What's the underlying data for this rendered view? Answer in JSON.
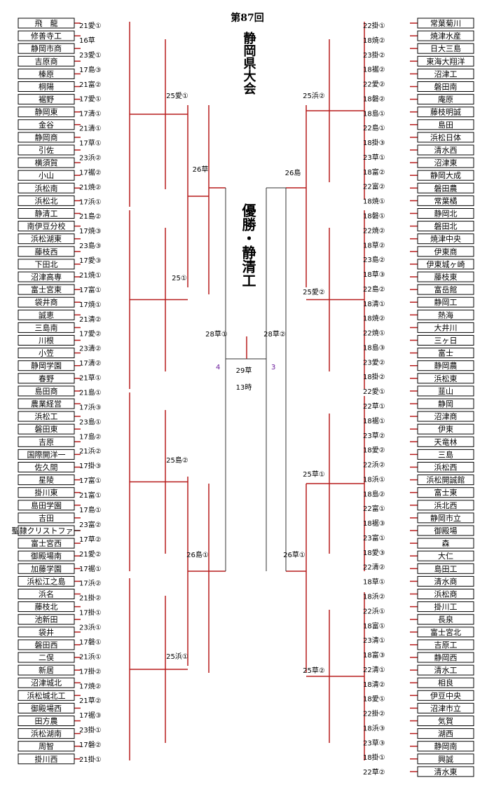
{
  "title": "第87回",
  "tournament_name": "静岡県大会",
  "champion": "優勝・静清工",
  "left_teams": [
    "飛　龍",
    "修善寺工",
    "静岡市商",
    "吉原商",
    "榛原",
    "桐陽",
    "裾野",
    "静岡東",
    "金谷",
    "静岡商",
    "引佐",
    "横須賀",
    "小山",
    "浜松南",
    "浜松北",
    "静清工",
    "南伊豆分校",
    "浜松湖東",
    "藤枝西",
    "下田北",
    "沼津高専",
    "富士宮東",
    "袋井商",
    "誠恵",
    "三島南",
    "川根",
    "小笠",
    "静岡学園",
    "春野",
    "島田商",
    "農業経営",
    "浜松工",
    "磐田東",
    "吉原",
    "国際開洋一",
    "佐久間",
    "星陵",
    "掛川東",
    "島田学園",
    "吉田",
    "聖隷クリストファー",
    "富士宮西",
    "御殿場南",
    "加藤学園",
    "浜松江之島",
    "浜名",
    "藤枝北",
    "池新田",
    "袋井",
    "磐田西",
    "二俣",
    "新居",
    "沼津城北",
    "浜松城北工",
    "御殿場西",
    "田方農",
    "浜松湖南",
    "周智",
    "掛川西"
  ],
  "right_teams": [
    "常葉菊川",
    "焼津水産",
    "日大三島",
    "東海大翔洋",
    "沼津工",
    "磐田南",
    "庵原",
    "藤枝明誠",
    "島田",
    "浜松日体",
    "清水西",
    "沼津東",
    "静岡大成",
    "磐田農",
    "常葉橘",
    "静岡北",
    "磐田北",
    "焼津中央",
    "伊東商",
    "伊東城ヶ崎",
    "藤枝東",
    "富岳館",
    "静岡工",
    "熱海",
    "大井川",
    "三ヶ日",
    "富士",
    "静岡農",
    "浜松東",
    "韮山",
    "静岡",
    "沼津商",
    "伊東",
    "天竜林",
    "三島",
    "浜松西",
    "浜松開誠館",
    "富士東",
    "浜北西",
    "静岡市立",
    "御殿場",
    "森",
    "大仁",
    "島田工",
    "清水商",
    "浜松商",
    "掛川工",
    "長泉",
    "富士宮北",
    "吉原工",
    "静岡西",
    "清水工",
    "相良",
    "伊豆中央",
    "沼津市立",
    "気賀",
    "湖西",
    "静岡南",
    "興誠",
    "清水東"
  ],
  "left_matches": [
    "21愛①",
    "16草",
    "23愛①",
    "17島③",
    "21富②",
    "17愛①",
    "17清①",
    "21清①",
    "17草①",
    "23浜②",
    "17裾②",
    "21焼②",
    "17浜①",
    "21島②",
    "17焼③",
    "23島③",
    "17愛③",
    "21焼①",
    "17富①",
    "17焼①",
    "21清②",
    "17愛②",
    "23清②",
    "17清②",
    "21草①",
    "21島①",
    "17浜③",
    "23島①",
    "17島②",
    "21浜②",
    "17掛③",
    "17富①",
    "21富①",
    "17島①",
    "23富②",
    "17草②",
    "21愛②",
    "17裾①",
    "17浜②",
    "21掛②",
    "17掛①",
    "23浜①",
    "17磐①",
    "21浜①",
    "17掛②",
    "17焼②",
    "21草②",
    "17裾③",
    "23掛①",
    "17磐②",
    "21掛①"
  ],
  "right_matches": [
    "22掛①",
    "18焼②",
    "23掛②",
    "18裾②",
    "22愛②",
    "18磐②",
    "18島①",
    "22島①",
    "18掛③",
    "23草①",
    "18富②",
    "22富②",
    "18焼①",
    "18磐①",
    "22焼②",
    "18草②",
    "23島②",
    "18草③",
    "22島②",
    "18清①",
    "18焼②",
    "22焼①",
    "18島③",
    "23愛②",
    "18掛②",
    "22愛①",
    "22草①",
    "18裾①",
    "23草②",
    "18愛②",
    "22浜②",
    "18浜①",
    "18島②",
    "22富①",
    "18裾③",
    "23富①",
    "18愛③",
    "22清②",
    "18草①",
    "18浜②",
    "22浜①",
    "18富①",
    "23清①",
    "18富③",
    "22清①",
    "18清②",
    "18愛①",
    "22掛②",
    "18浜③",
    "23草③",
    "18掛①",
    "22草②"
  ],
  "round_labels": {
    "l25a": "25愛①",
    "l25b": "25①",
    "l25c": "25島②",
    "l25d": "25浜①",
    "l26a": "26草",
    "l26b": "26島①",
    "r25a": "25浜②",
    "r25b": "25愛②",
    "r25c": "25草①",
    "r25d": "25草②",
    "r26a": "26島",
    "r26b": "26草①",
    "l28": "28草①",
    "r28": "28草②",
    "final": "29草",
    "final_time": "13時"
  },
  "final_scores": {
    "left": "4",
    "right": "3"
  },
  "highlighted_team": "静　岡",
  "colors": {
    "win_line": "#d32f2f",
    "score_text": "#6a1b9a",
    "highlight": "#c62828"
  }
}
